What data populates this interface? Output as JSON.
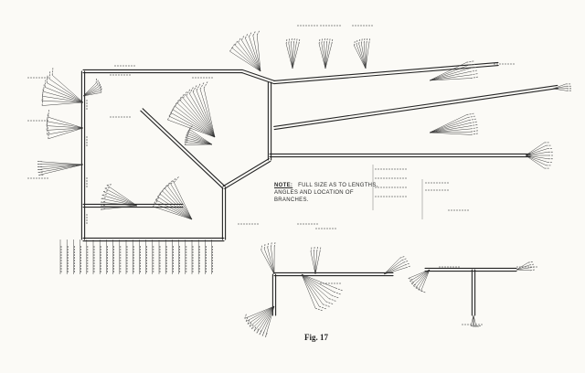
{
  "page": {
    "page_number": "",
    "figure_label": "Fig. 17"
  },
  "note": {
    "heading": "NOTE:",
    "text": "FULL SIZE AS TO LENGTHS, ANGLES AND LOCATION OF BRANCHES."
  },
  "colors": {
    "paper": "#fbfaf6",
    "ink": "#262626",
    "faint_ink": "#6a6a6a"
  }
}
